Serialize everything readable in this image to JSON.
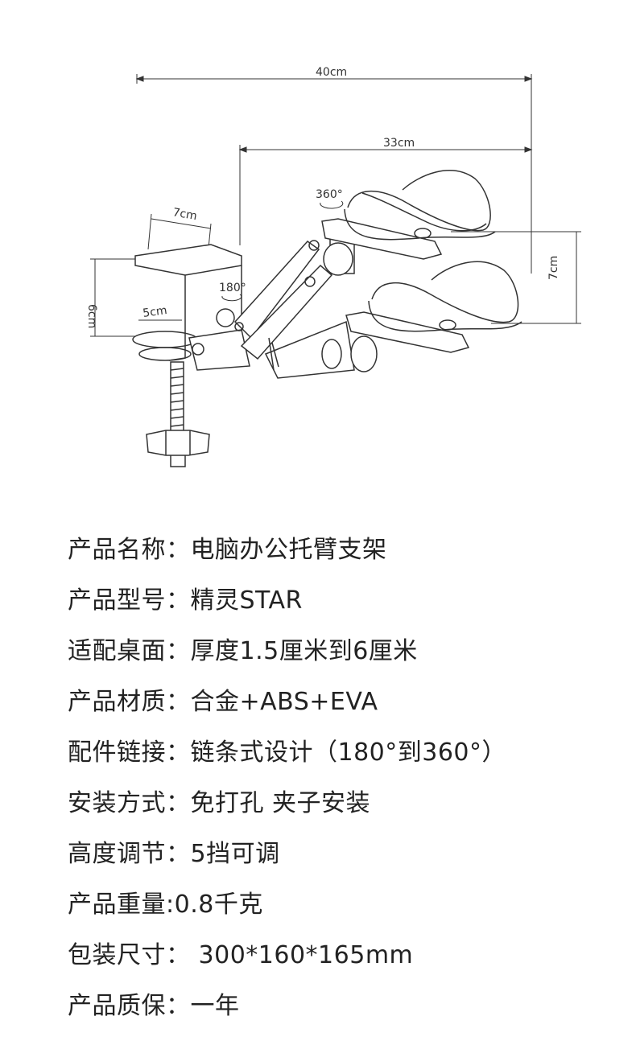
{
  "diagram": {
    "dimensions": {
      "total_length": "40cm",
      "arm_length": "33cm",
      "clamp_top": "7cm",
      "clamp_height": "6cm",
      "clamp_jaw": "5cm",
      "pad_height": "7cm",
      "rotation_top": "360°",
      "rotation_joint": "180°"
    }
  },
  "specs": [
    {
      "label": "产品名称：",
      "value": "电脑办公托臂支架"
    },
    {
      "label": "产品型号：",
      "value": "精灵STAR"
    },
    {
      "label": "适配桌面：",
      "value": "厚度1.5厘米到6厘米"
    },
    {
      "label": "产品材质：",
      "value": "合金+ABS+EVA"
    },
    {
      "label": "配件链接：",
      "value": "链条式设计（180°到360°）"
    },
    {
      "label": "安装方式：",
      "value": "免打孔 夹子安装"
    },
    {
      "label": "高度调节：",
      "value": "5挡可调"
    },
    {
      "label": "产品重量:",
      "value": "0.8千克"
    },
    {
      "label": "包装尺寸：",
      "value": " 300*160*165mm"
    },
    {
      "label": "产品质保：",
      "value": "一年"
    }
  ]
}
